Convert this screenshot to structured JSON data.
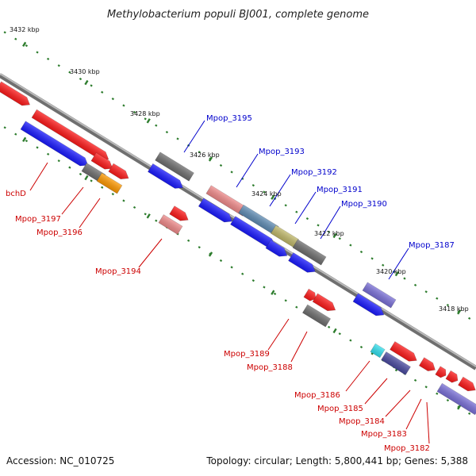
{
  "title": "Methylobacterium populi BJ001, complete genome",
  "footer": {
    "accession": "Accession: NC_010725",
    "topology": "Topology: circular; Length: 5,800,441 bp; Genes: 5,388"
  },
  "colors": {
    "backbone": "#8a8a8a",
    "tick_green": "#2e7d2e",
    "label_blue": "#0000cc",
    "label_red": "#cc0000",
    "red": "#ff1a1a",
    "blue": "#1a1aff",
    "gray": "#6e6e6e",
    "pink": "#f08a8a",
    "steel": "#5f8cb4",
    "olive": "#c0b86a",
    "orange": "#ff9900",
    "purple": "#7a70d8",
    "navy": "#4a4aa0",
    "cyan": "#33e0ee"
  },
  "kbp_labels": [
    "3432 kbp",
    "3430 kbp",
    "3428 kbp",
    "3426 kbp",
    "3424 kbp",
    "3422 kbp",
    "3420 kbp",
    "3418 kbp"
  ],
  "gene_labels": {
    "Mpop_3195": "Mpop_3195",
    "Mpop_3193": "Mpop_3193",
    "Mpop_3192": "Mpop_3192",
    "Mpop_3191": "Mpop_3191",
    "Mpop_3190": "Mpop_3190",
    "Mpop_3187": "Mpop_3187",
    "bchD": "bchD",
    "Mpop_3197": "Mpop_3197",
    "Mpop_3196": "Mpop_3196",
    "Mpop_3194": "Mpop_3194",
    "Mpop_3189": "Mpop_3189",
    "Mpop_3188": "Mpop_3188",
    "Mpop_3186": "Mpop_3186",
    "Mpop_3185": "Mpop_3185",
    "Mpop_3184": "Mpop_3184",
    "Mpop_3183": "Mpop_3183",
    "Mpop_3182": "Mpop_3182"
  }
}
